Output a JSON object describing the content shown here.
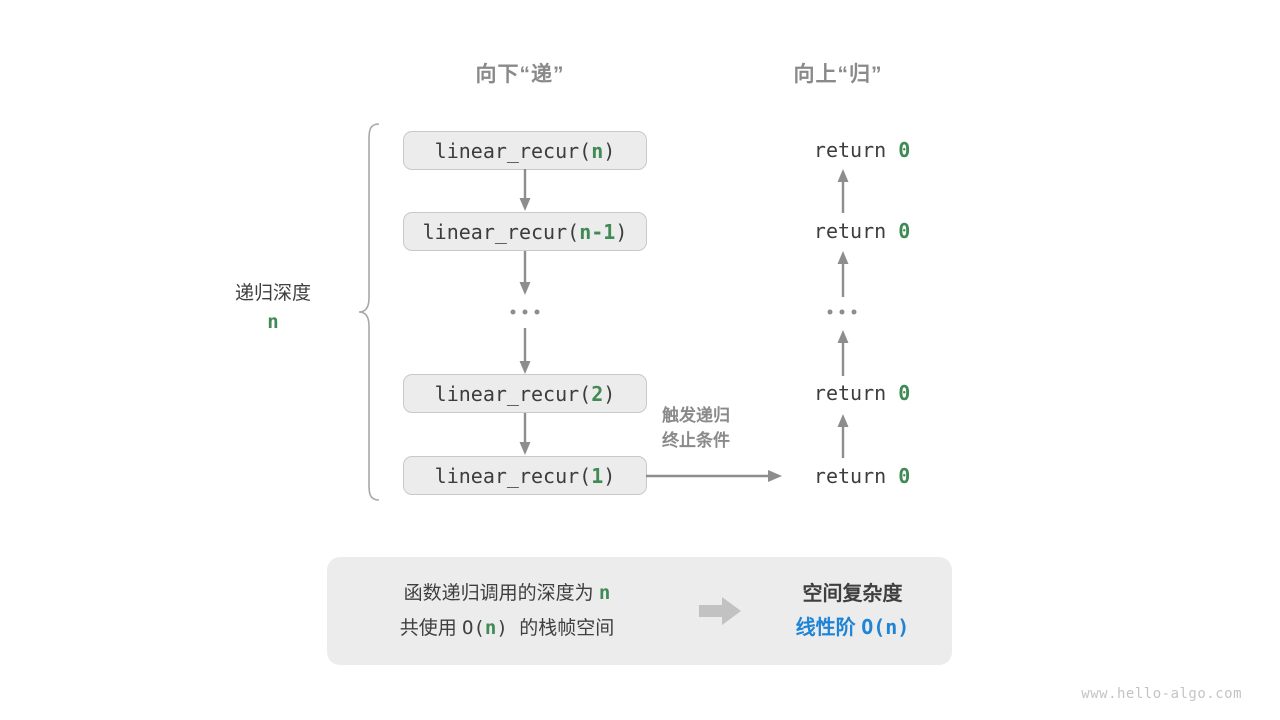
{
  "headers": {
    "down": "向下“递”",
    "up": "向上“归”"
  },
  "depth": {
    "label": "递归深度",
    "value": "n"
  },
  "calls": [
    {
      "prefix": "linear_recur(",
      "arg": "n",
      "suffix": ")"
    },
    {
      "prefix": "linear_recur(",
      "arg": "n-1",
      "suffix": ")"
    },
    {
      "prefix": "linear_recur(",
      "arg": "2",
      "suffix": ")"
    },
    {
      "prefix": "linear_recur(",
      "arg": "1",
      "suffix": ")"
    }
  ],
  "returns": [
    {
      "keyword": "return ",
      "value": "0"
    },
    {
      "keyword": "return ",
      "value": "0"
    },
    {
      "keyword": "return ",
      "value": "0"
    },
    {
      "keyword": "return ",
      "value": "0"
    }
  ],
  "ellipsis": "· · ·",
  "trigger": {
    "line1": "触发递归",
    "line2": "终止条件"
  },
  "summary": {
    "left_line1_pre": "函数递归调用的深度为 ",
    "left_line1_var": "n",
    "left_line2_pre": "共使用 ",
    "left_line2_mid": "O(",
    "left_line2_var": "n",
    "left_line2_post": ") ",
    "left_line2_tail": "的栈帧空间",
    "arrow_icon": "right-arrow-icon",
    "right_title": "空间复杂度",
    "right_value_label": "线性阶 ",
    "right_value_expr": "O(n)"
  },
  "watermark": "www.hello-algo.com",
  "colors": {
    "green": "#3f8a55",
    "blue": "#1f84d6",
    "gray_text": "#3f3f3f",
    "gray_muted": "#8a8a8a",
    "box_fill": "#ececec",
    "box_border": "#c9c9c9",
    "arrow": "#8d8d8d"
  }
}
